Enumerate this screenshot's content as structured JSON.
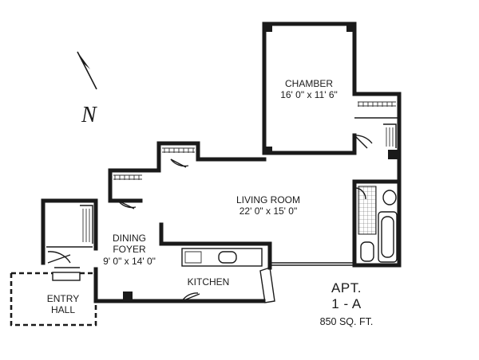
{
  "rooms": {
    "chamber": {
      "name": "CHAMBER",
      "dims": "16' 0\" x 11' 6\""
    },
    "living_room": {
      "name": "LIVING ROOM",
      "dims": "22' 0\" x 15' 0\""
    },
    "dining_foyer": {
      "line1": "DINING",
      "line2": "FOYER",
      "dims": "9' 0\" x 14' 0\""
    },
    "kitchen": {
      "name": "KITCHEN"
    },
    "entry_hall": {
      "line1": "ENTRY",
      "line2": "HALL"
    }
  },
  "apartment": {
    "label": "APT.",
    "unit": "1 - A",
    "area": "850 SQ. FT."
  },
  "compass": {
    "letter": "N",
    "icon": "north-arrow-icon"
  },
  "colors": {
    "ink": "#1a1a1a",
    "background": "#ffffff"
  }
}
